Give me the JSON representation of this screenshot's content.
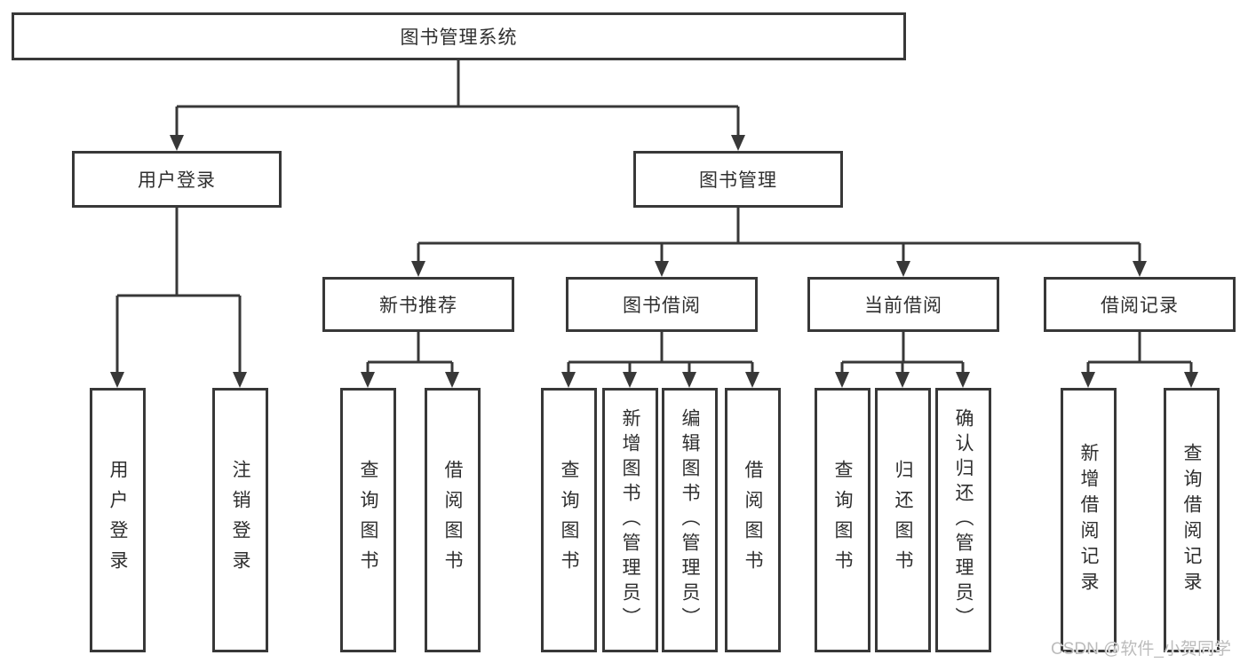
{
  "diagram": {
    "root": "图书管理系统",
    "level2": {
      "user_login": "用户登录",
      "book_management": "图书管理"
    },
    "level3": [
      "新书推荐",
      "图书借阅",
      "当前借阅",
      "借阅记录"
    ],
    "leaves": [
      "用户登录",
      "注销登录",
      "查询图书",
      "借阅图书",
      "查询图书",
      "新增图书（管理员）",
      "编辑图书（管理员）",
      "借阅图书",
      "查询图书",
      "归还图书",
      "确认归还（管理员）",
      "新增借阅记录",
      "查询借阅记录"
    ]
  },
  "watermark": "CSDN @软件_小贺同学",
  "colors": {
    "line": "#383838",
    "border": "#383838",
    "text": "#2f2f2f",
    "watermark": "#bcbcbc",
    "background": "#ffffff"
  }
}
